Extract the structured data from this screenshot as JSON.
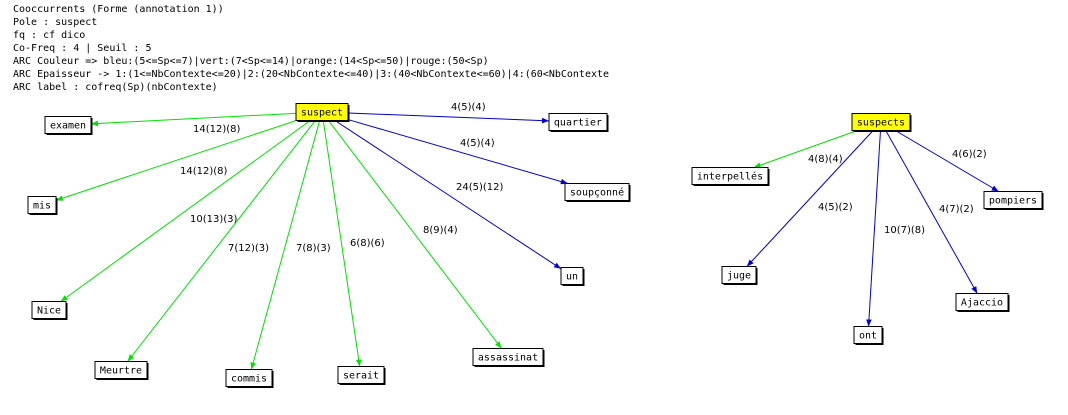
{
  "header_lines": [
    "Cooccurrents (Forme (annotation 1))",
    "Pole : suspect",
    "fq : cf dico",
    "Co-Freq : 4 | Seuil : 5",
    "ARC Couleur => bleu:(5<=Sp<=7)|vert:(7<Sp<=14)|orange:(14<Sp<=50)|rouge:(50<Sp)",
    "ARC Epaisseur -> 1:(1<=NbContexte<=20)|2:(20<NbContexte<=40)|3:(40<NbContexte<=60)|4:(60<NbContexte",
    "ARC label : cofreq(Sp)(nbContexte)"
  ],
  "colors": {
    "green": "#00e000",
    "blue": "#0000c8",
    "pole_fill": "#ffff00"
  },
  "graphs": [
    {
      "pole": "suspect",
      "neighbors": [
        {
          "word": "examen",
          "label": "14(12)(8)",
          "color": "green"
        },
        {
          "word": "quartier",
          "label": "4(5)(4)",
          "color": "blue"
        },
        {
          "word": "mis",
          "label": "14(12)(8)",
          "color": "green"
        },
        {
          "word": "soupçonné",
          "label": "4(5)(4)",
          "color": "blue"
        },
        {
          "word": "un",
          "label": "24(5)(12)",
          "color": "blue"
        },
        {
          "word": "Nice",
          "label": "10(13)(3)",
          "color": "green"
        },
        {
          "word": "Meurtre",
          "label": "7(12)(3)",
          "color": "green"
        },
        {
          "word": "commis",
          "label": "7(8)(3)",
          "color": "green"
        },
        {
          "word": "serait",
          "label": "6(8)(6)",
          "color": "green"
        },
        {
          "word": "assassinat",
          "label": "8(9)(4)",
          "color": "green"
        }
      ]
    },
    {
      "pole": "suspects",
      "neighbors": [
        {
          "word": "interpellés",
          "label": "4(8)(4)",
          "color": "green"
        },
        {
          "word": "pompiers",
          "label": "4(6)(2)",
          "color": "blue"
        },
        {
          "word": "juge",
          "label": "4(5)(2)",
          "color": "blue"
        },
        {
          "word": "ont",
          "label": "10(7)(8)",
          "color": "blue"
        },
        {
          "word": "Ajaccio",
          "label": "4(7)(2)",
          "color": "blue"
        }
      ]
    }
  ]
}
